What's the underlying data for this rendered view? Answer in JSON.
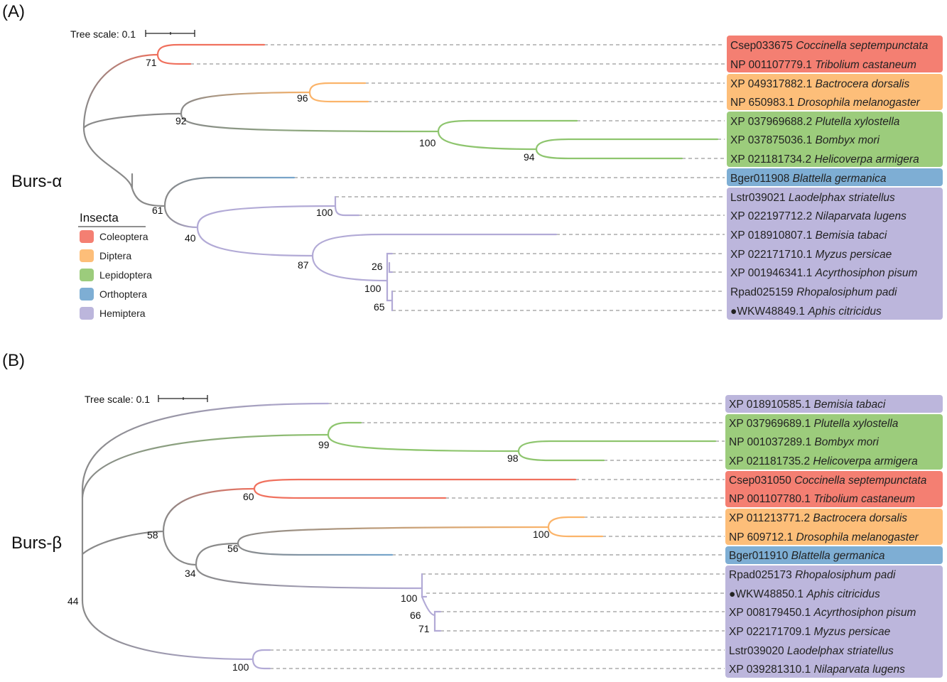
{
  "panels": [
    {
      "label": "(A)",
      "title": "Burs-α",
      "scale_label": "Tree scale: 0.1",
      "tips": [
        {
          "accession": "Csep033675",
          "species": "Coccinella septempunctata",
          "order": "Coleoptera",
          "marked": false
        },
        {
          "accession": "NP 001107779.1",
          "species": "Tribolium castaneum",
          "order": "Coleoptera",
          "marked": false
        },
        {
          "accession": "XP 049317882.1",
          "species": "Bactrocera dorsalis",
          "order": "Diptera",
          "marked": false
        },
        {
          "accession": "NP 650983.1",
          "species": "Drosophila melanogaster",
          "order": "Diptera",
          "marked": false
        },
        {
          "accession": "XP 037969688.2",
          "species": "Plutella xylostella",
          "order": "Lepidoptera",
          "marked": false
        },
        {
          "accession": "XP 037875036.1",
          "species": "Bombyx mori",
          "order": "Lepidoptera",
          "marked": false
        },
        {
          "accession": "XP 021181734.2",
          "species": "Helicoverpa armigera",
          "order": "Lepidoptera",
          "marked": false
        },
        {
          "accession": "Bger011908",
          "species": "Blattella germanica",
          "order": "Orthoptera",
          "marked": false
        },
        {
          "accession": "Lstr039021",
          "species": "Laodelphax striatellus",
          "order": "Hemiptera",
          "marked": false
        },
        {
          "accession": "XP 022197712.2",
          "species": "Nilaparvata lugens",
          "order": "Hemiptera",
          "marked": false
        },
        {
          "accession": "XP 018910807.1",
          "species": "Bemisia tabaci",
          "order": "Hemiptera",
          "marked": false
        },
        {
          "accession": "XP 022171710.1",
          "species": "Myzus persicae",
          "order": "Hemiptera",
          "marked": false
        },
        {
          "accession": "XP 001946341.1",
          "species": "Acyrthosiphon pisum",
          "order": "Hemiptera",
          "marked": false
        },
        {
          "accession": "Rpad025159",
          "species": "Rhopalosiphum padi",
          "order": "Hemiptera",
          "marked": false
        },
        {
          "accession": "WKW48849.1",
          "species": "Aphis citricidus",
          "order": "Hemiptera",
          "marked": true
        }
      ],
      "support_values": [
        "71",
        "96",
        "92",
        "100",
        "94",
        "100",
        "40",
        "61",
        "87",
        "26",
        "100",
        "65"
      ]
    },
    {
      "label": "(B)",
      "title": "Burs-β",
      "scale_label": "Tree scale: 0.1",
      "tips": [
        {
          "accession": "XP 018910585.1",
          "species": "Bemisia tabaci",
          "order": "Hemiptera",
          "marked": false
        },
        {
          "accession": "XP 037969689.1",
          "species": "Plutella xylostella",
          "order": "Lepidoptera",
          "marked": false
        },
        {
          "accession": "NP 001037289.1",
          "species": "Bombyx mori",
          "order": "Lepidoptera",
          "marked": false
        },
        {
          "accession": "XP 021181735.2",
          "species": "Helicoverpa armigera",
          "order": "Lepidoptera",
          "marked": false
        },
        {
          "accession": "Csep031050",
          "species": "Coccinella septempunctata",
          "order": "Coleoptera",
          "marked": false
        },
        {
          "accession": "NP 001107780.1",
          "species": "Tribolium castaneum",
          "order": "Coleoptera",
          "marked": false
        },
        {
          "accession": "XP 011213771.2",
          "species": "Bactrocera dorsalis",
          "order": "Diptera",
          "marked": false
        },
        {
          "accession": "NP 609712.1",
          "species": "Drosophila melanogaster",
          "order": "Diptera",
          "marked": false
        },
        {
          "accession": "Bger011910",
          "species": "Blattella germanica",
          "order": "Orthoptera",
          "marked": false
        },
        {
          "accession": "Rpad025173",
          "species": "Rhopalosiphum padi",
          "order": "Hemiptera",
          "marked": false
        },
        {
          "accession": "WKW48850.1",
          "species": "Aphis citricidus",
          "order": "Hemiptera",
          "marked": true
        },
        {
          "accession": "XP 008179450.1",
          "species": "Acyrthosiphon pisum",
          "order": "Hemiptera",
          "marked": false
        },
        {
          "accession": "XP 022171709.1",
          "species": "Myzus persicae",
          "order": "Hemiptera",
          "marked": false
        },
        {
          "accession": "Lstr039020",
          "species": "Laodelphax striatellus",
          "order": "Hemiptera",
          "marked": false
        },
        {
          "accession": "XP 039281310.1",
          "species": "Nilaparvata lugens",
          "order": "Hemiptera",
          "marked": false
        }
      ],
      "support_values": [
        "99",
        "98",
        "60",
        "100",
        "56",
        "58",
        "34",
        "100",
        "66",
        "71",
        "100",
        "44"
      ]
    }
  ],
  "legend": {
    "title": "Insecta",
    "items": [
      {
        "label": "Coleoptera",
        "color": "#f47f72"
      },
      {
        "label": "Diptera",
        "color": "#fdbe79"
      },
      {
        "label": "Lepidoptera",
        "color": "#9ccc7c"
      },
      {
        "label": "Orthoptera",
        "color": "#7eaed4"
      },
      {
        "label": "Hemiptera",
        "color": "#bcb6dc"
      }
    ]
  },
  "colors": {
    "Coleoptera_box": "#f47f72",
    "Diptera_box": "#fdbe79",
    "Lepidoptera_box": "#9ccc7c",
    "Orthoptera_box": "#7eaed4",
    "Hemiptera_box": "#bcb6dc",
    "Coleoptera_branch": "#f0715e",
    "Diptera_branch": "#fbb46a",
    "Lepidoptera_branch": "#8ec56e",
    "Orthoptera_branch": "#77a6cd",
    "Hemiptera_branch": "#b2aad6",
    "backbone_branch": "#8a8a8a"
  },
  "marker_symbol": "●"
}
